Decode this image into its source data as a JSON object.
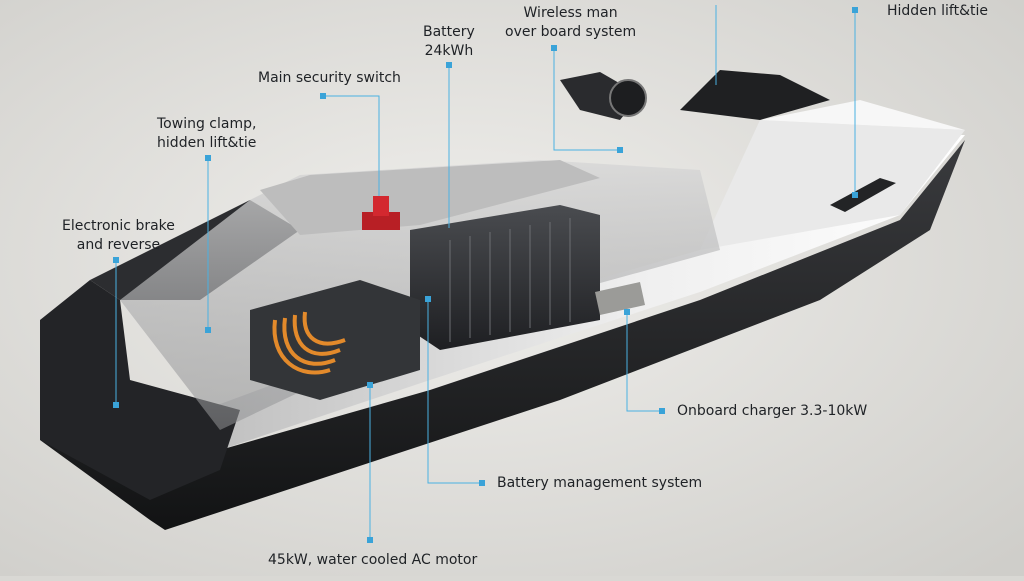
{
  "colors": {
    "background": "#d9d8d4",
    "leader": "#4ab1e2",
    "hull_dark": "#1e1f21",
    "hull_light": "#e6e6e6",
    "battery": "#2b2d30",
    "motor_cable": "#e38a2b",
    "switch": "#c8232a"
  },
  "labels": {
    "wireless": [
      "Wireless man",
      "over board system"
    ],
    "hidden_lift_top": "Hidden lift&tie",
    "battery": [
      "Battery",
      "24kWh"
    ],
    "main_switch": "Main security switch",
    "towing": [
      "Towing clamp,",
      "hidden lift&tie"
    ],
    "brake": [
      "Electronic brake",
      "and reverse"
    ],
    "charger": "Onboard charger 3.3-10kW",
    "bms": "Battery management system",
    "motor": "45kW, water cooled AC motor"
  }
}
